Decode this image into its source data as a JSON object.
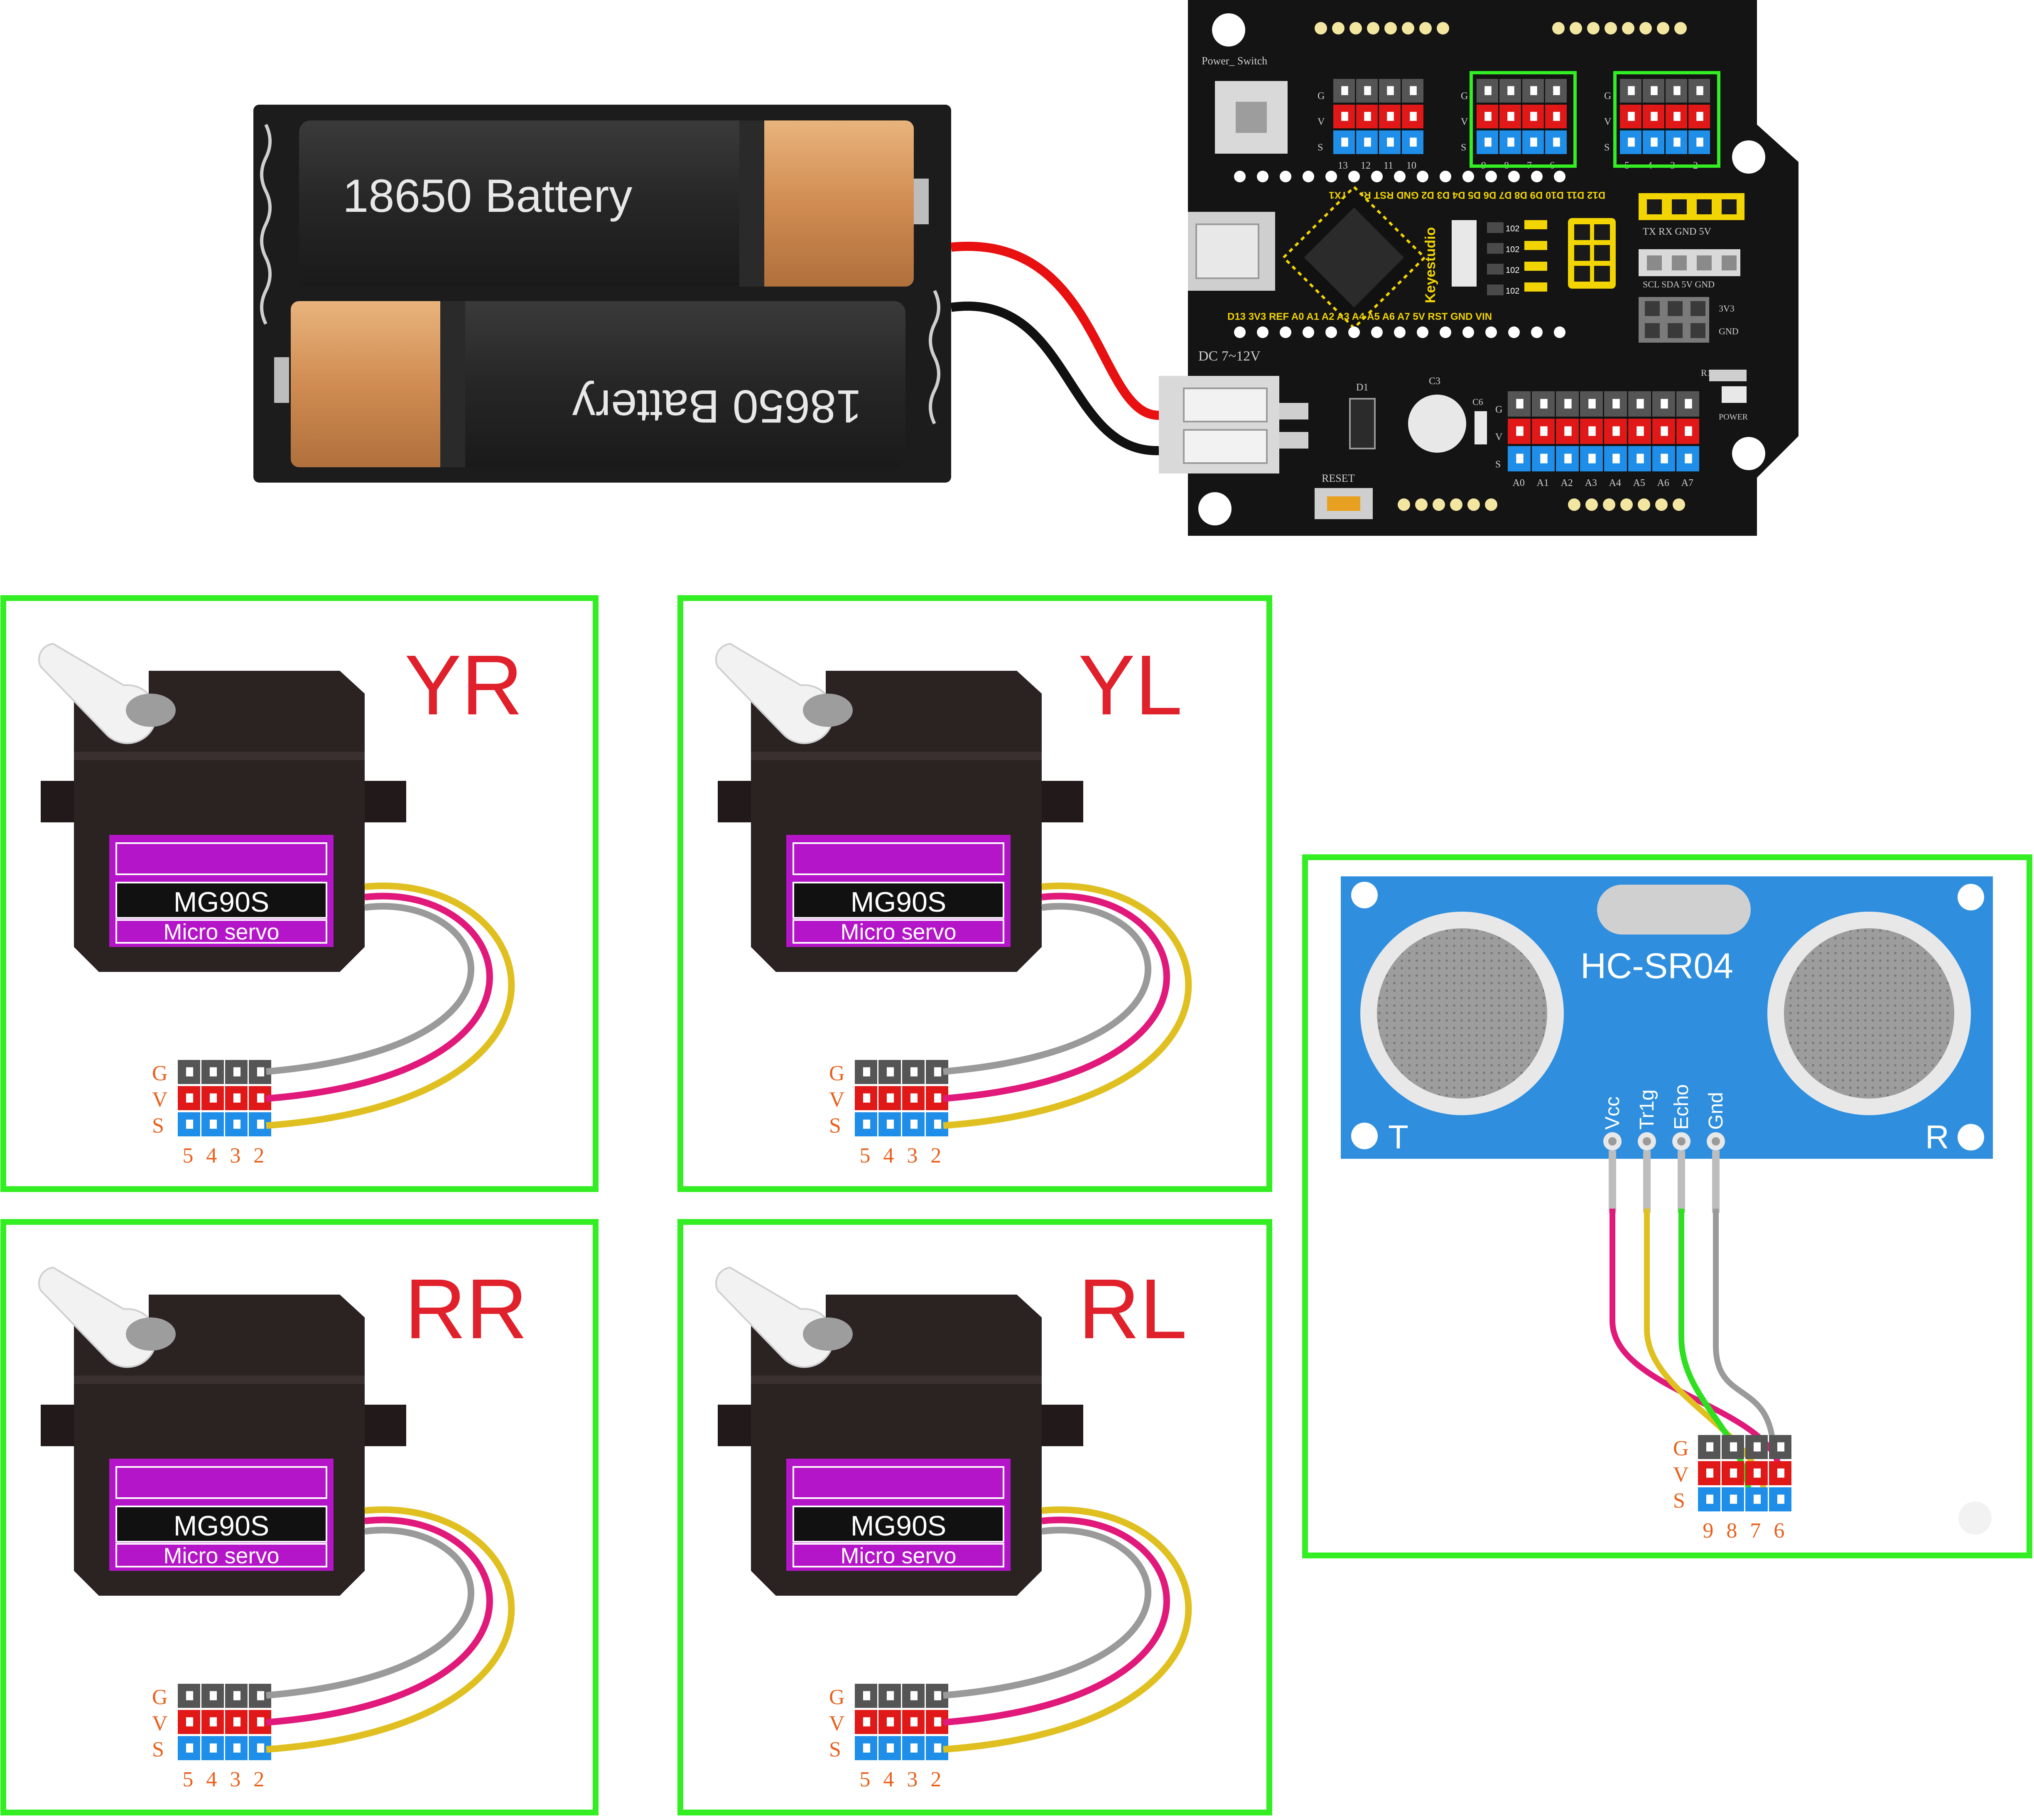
{
  "battery": {
    "label_top": "18650  Battery",
    "label_bottom": "18650  Battery"
  },
  "board": {
    "brand": "Keyestudio",
    "power_switch": "Power_ Switch",
    "dc_label": "DC 7~12V",
    "reset_label": "RESET",
    "power_label": "POWER",
    "d1": "D1",
    "c3": "C3",
    "c6": "C6",
    "r1": "R1",
    "res": [
      "102",
      "102",
      "102",
      "102"
    ],
    "gvs": [
      "G",
      "V",
      "S"
    ],
    "pins_a": [
      "13",
      "12",
      "11",
      "10"
    ],
    "pins_b": [
      "9",
      "8",
      "7",
      "6"
    ],
    "pins_c": [
      "5",
      "4",
      "3",
      "2"
    ],
    "pins_analog": [
      "A0",
      "A1",
      "A2",
      "A3",
      "A4",
      "A5",
      "A6",
      "A7"
    ],
    "header_top": "D12 D11 D10 D9  D8  D7  D6  D5  D4  D3  D2  GND RST RXD TX1",
    "header_bottom": "D13  3V3 REF  A0   A1   A2   A3   A4   A5   A6   A7   5V  RST  GND VIN",
    "uart": "TX   RX  GND  5V",
    "i2c": "SCL  SDA  5V  GND",
    "pwr_3v3": "3V3",
    "pwr_gnd": "GND"
  },
  "servos": [
    {
      "name": "YR",
      "model": "MG90S",
      "subtitle": "Micro servo",
      "pins": [
        "5",
        "4",
        "3",
        "2"
      ]
    },
    {
      "name": "YL",
      "model": "MG90S",
      "subtitle": "Micro servo",
      "pins": [
        "5",
        "4",
        "3",
        "2"
      ]
    },
    {
      "name": "RR",
      "model": "MG90S",
      "subtitle": "Micro servo",
      "pins": [
        "5",
        "4",
        "3",
        "2"
      ]
    },
    {
      "name": "RL",
      "model": "MG90S",
      "subtitle": "Micro servo",
      "pins": [
        "5",
        "4",
        "3",
        "2"
      ]
    }
  ],
  "gvs": [
    "G",
    "V",
    "S"
  ],
  "sensor": {
    "model": "HC-SR04",
    "t": "T",
    "r": "R",
    "pin_labels": [
      "Vcc",
      "Tr1g",
      "Echo",
      "Gnd"
    ],
    "pins": [
      "9",
      "8",
      "7",
      "6"
    ]
  },
  "colors": {
    "frame": "#33ee22",
    "red_label": "#e0202a",
    "orange_label": "#e8601c",
    "header_gray": "#555555",
    "header_red": "#e01818",
    "header_blue": "#1e8ee8",
    "wire_gray": "#9a9a9a",
    "wire_pink": "#e0197a",
    "wire_yellow": "#e0c020",
    "wire_green": "#2ee020",
    "wire_red": "#e81010",
    "wire_black": "#111111",
    "servo_purple": "#b515c8",
    "sensor_blue": "#2f8fde"
  }
}
